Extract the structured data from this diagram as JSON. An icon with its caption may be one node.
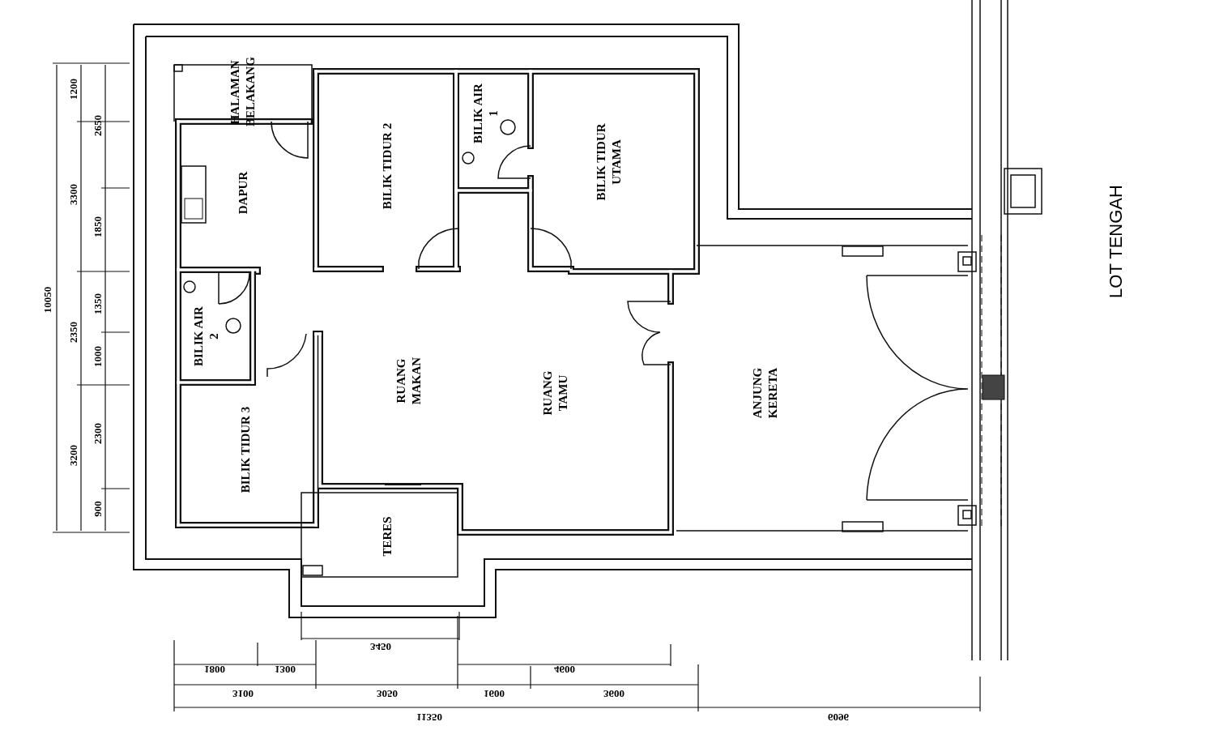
{
  "diagram": {
    "nodes": [
      {
        "text": [
          "HALAMAN BELAKANG"
        ]
      },
      {
        "text": [
          "DAPUR"
        ]
      },
      {
        "text": [
          "BILIK TIDUR 2"
        ]
      },
      {
        "text": [
          "BILIK AIR 1"
        ]
      },
      {
        "text": [
          "BILIK TIDUR UTAMA"
        ]
      },
      {
        "text": [
          "BILIK AIR 2"
        ]
      },
      {
        "text": [
          "BILIK TIDUR 3"
        ]
      },
      {
        "text": [
          "RUANG MAKAN",
          "RUANG TAMU"
        ]
      },
      {
        "text": [
          "TERES"
        ]
      },
      {
        "text": [
          "ANJUNG KERETA"
        ]
      }
    ],
    "edges": [],
    "labels": [
      "10050",
      "1200",
      "3300",
      "2350",
      "3200",
      "2650",
      "1850",
      "1350",
      "1000",
      "2300",
      "900",
      "LOT TENGAH",
      "3450",
      "1800",
      "1300",
      "4600",
      "3100",
      "3050",
      "1600",
      "3600",
      "11350",
      "6096"
    ]
  }
}
